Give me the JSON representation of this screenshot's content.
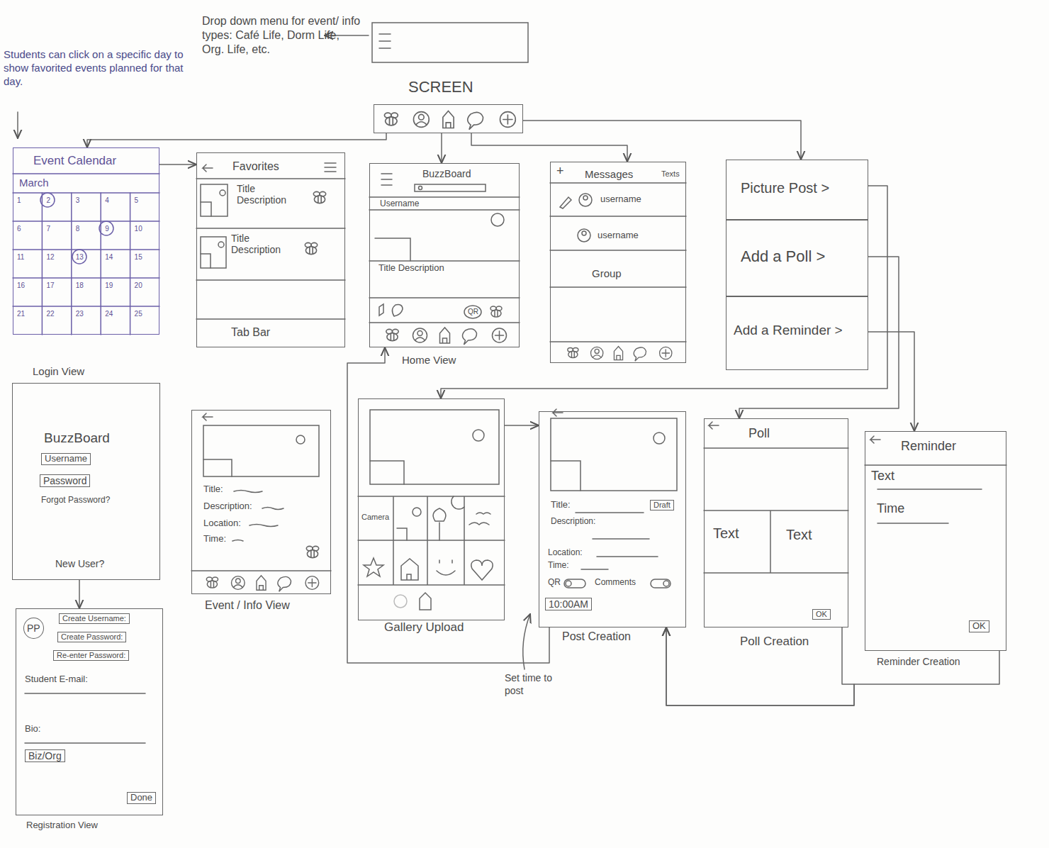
{
  "diagram": {
    "nodes": [
      {
        "text": [
          "SCREEN"
        ]
      },
      {
        "text": [
          "Event Calendar",
          "March",
          "1",
          "2",
          "3",
          "4",
          "5",
          "6",
          "7",
          "8",
          "9",
          "10",
          "11",
          "12",
          "13",
          "14",
          "15",
          "16",
          "17",
          "18",
          "19",
          "20",
          "21",
          "22",
          "23",
          "24",
          "25"
        ]
      },
      {
        "text": [
          "Favorites",
          "Title Description",
          "Title Description",
          "Tab Bar"
        ]
      },
      {
        "text": [
          "Home View",
          "BuzzBoard",
          "Username",
          "Title Description",
          "QR"
        ]
      },
      {
        "text": [
          "+",
          "Messages",
          "Texts",
          "username",
          "username",
          "Group"
        ]
      },
      {
        "text": [
          "Picture Post >"
        ]
      },
      {
        "text": [
          "Add a Poll >"
        ]
      },
      {
        "text": [
          "Add a Reminder >"
        ]
      },
      {
        "text": [
          "Login View",
          "BuzzBoard",
          "Username",
          "Password",
          "Forgot Password?",
          "New User?"
        ]
      },
      {
        "text": [
          "Title:",
          "Description:",
          "Location:",
          "Time:",
          "Event / Info View"
        ]
      },
      {
        "text": [
          "Camera",
          "Gallery Upload"
        ]
      },
      {
        "text": [
          "Title:",
          "Draft",
          "Description:",
          "Location:",
          "Time:",
          "QR",
          "Comments",
          "10:00AM",
          "Post Creation"
        ]
      },
      {
        "text": [
          "Poll",
          "Text",
          "Text",
          "OK",
          "Poll Creation"
        ]
      },
      {
        "text": [
          "Reminder",
          "Text",
          "Time",
          "OK",
          "Reminder Creation"
        ]
      },
      {
        "text": [
          "PP",
          "Create Username:",
          "Create Password:",
          "Re-enter Password:",
          "Student E-mail:",
          "Bio:",
          "Biz/Org",
          "Done",
          "Registration View"
        ]
      }
    ],
    "edges": [
      {
        "from": 0,
        "to": 1,
        "arrow": "to"
      },
      {
        "from": 1,
        "to": 2,
        "arrow": "to"
      },
      {
        "from": 0,
        "to": 3,
        "arrow": "to"
      },
      {
        "from": 0,
        "to": 4,
        "arrow": "to"
      },
      {
        "from": 0,
        "to": 5,
        "arrow": "to"
      },
      {
        "from": 5,
        "to": 10,
        "arrow": "to"
      },
      {
        "from": 6,
        "to": 12,
        "arrow": "to"
      },
      {
        "from": 7,
        "to": 13,
        "arrow": "to"
      },
      {
        "from": 10,
        "to": 11,
        "arrow": "to"
      },
      {
        "from": 11,
        "to": 3,
        "arrow": "to"
      },
      {
        "from": 12,
        "to": 11,
        "arrow": "to"
      },
      {
        "from": 13,
        "to": 11,
        "arrow": "to"
      },
      {
        "from": 8,
        "to": 14,
        "arrow": "to"
      }
    ],
    "labels": [
      "Drop down menu for event/ info types: Café Life, Dorm Life, Org. Life, etc.",
      "Students can click on a specific day to show favorited events planned for that day.",
      "Set time to post"
    ]
  }
}
